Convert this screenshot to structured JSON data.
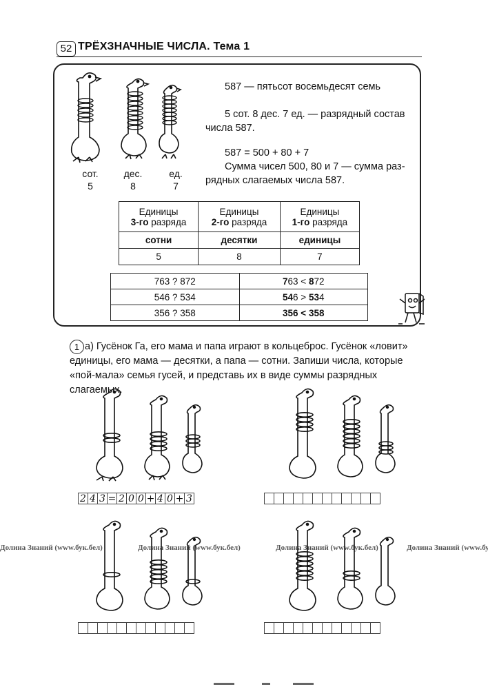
{
  "header": {
    "page_number": "52",
    "title": "ТРЁХЗНАЧНЫЕ ЧИСЛА. Тема 1"
  },
  "theory": {
    "place_labels": [
      {
        "name": "сот.",
        "digit": "5"
      },
      {
        "name": "дес.",
        "digit": "8"
      },
      {
        "name": "ед.",
        "digit": "7"
      }
    ],
    "line1": "587 — пятьсот восемьдесят семь",
    "line2a": "5 сот. 8 дес. 7 ед. — разрядный состав",
    "line2b": "числа 587.",
    "line3": "587 = 500 + 80 + 7",
    "line4a": "Сумма чисел 500, 80 и 7 — сумма раз-",
    "line4b": "рядных слагаемых числа 587.",
    "rank_table": {
      "headers": [
        {
          "top": "Единицы",
          "bold": "3-го",
          "rest": " разряда"
        },
        {
          "top": "Единицы",
          "bold": "2-го",
          "rest": " разряда"
        },
        {
          "top": "Единицы",
          "bold": "1-го",
          "rest": " разряда"
        }
      ],
      "names": [
        "сотни",
        "десятки",
        "единицы"
      ],
      "values": [
        "5",
        "8",
        "7"
      ]
    },
    "compare_table": [
      {
        "question": "763 ? 872",
        "a": "7",
        "a_rest": "63 < ",
        "b": "8",
        "b_rest": "72"
      },
      {
        "question": "546 ? 534",
        "a": "54",
        "a_rest": "6 > ",
        "b": "53",
        "b_rest": "4"
      },
      {
        "question": "356 ? 358",
        "a": "356",
        "a_rest": " < ",
        "b": "358",
        "b_rest": ""
      }
    ]
  },
  "task": {
    "number": "1",
    "text": "а) Гусёнок Га, его мама и папа играют в кольцеброс. Гусёнок «ловит» единицы, его мама — десятки, а папа — сотни. Запиши числа, которые «пой-мала» семья гусей, и представь их в виде суммы разрядных слагаемых.",
    "example_answer": [
      "2",
      "4",
      "3",
      "=",
      "2",
      "0",
      "0",
      "+",
      "4",
      "0",
      "+",
      "3"
    ]
  },
  "watermark": "Долина Знаний (www.бук.бел)"
}
